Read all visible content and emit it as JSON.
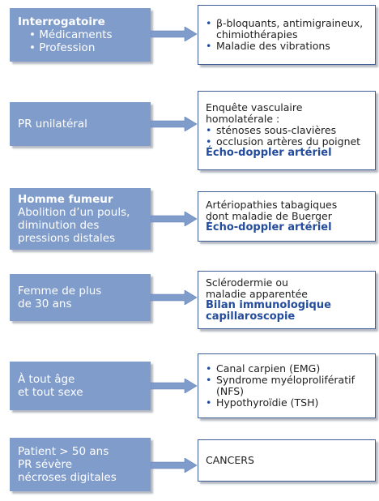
{
  "rows": [
    {
      "left": {
        "title": "Interrogatoire",
        "items": [
          "Médicaments",
          "Profession"
        ]
      },
      "right": {
        "items": [
          "β-bloquants, antimigraineux, chimiothérapies",
          "Maladie des vibrations"
        ]
      }
    },
    {
      "left": {
        "text": "PR unilatéral"
      },
      "right": {
        "intro": "Enquête vasculaire homolatérale :",
        "items": [
          "sténoses sous-clavières",
          "occlusion artères du poignet"
        ],
        "emphasis": "Écho-doppler artériel"
      }
    },
    {
      "left": {
        "title": "Homme fumeur",
        "lines": [
          "Abolition d’un pouls,",
          "diminution des",
          "pressions distales"
        ]
      },
      "right": {
        "lines": [
          "Artériopathies tabagiques",
          "dont maladie de Buerger"
        ],
        "emphasis": "Écho-doppler artériel"
      }
    },
    {
      "left": {
        "lines": [
          "Femme de plus",
          "de 30 ans"
        ]
      },
      "right": {
        "lines": [
          "Sclérodermie ou",
          "maladie apparentée"
        ],
        "emphasis_lines": [
          "Bilan immunologique",
          "capillaroscopie"
        ]
      }
    },
    {
      "left": {
        "lines": [
          "À tout âge",
          "et tout sexe"
        ]
      },
      "right": {
        "items": [
          "Canal carpien (EMG)",
          "Syndrome myéloprolifératif (NFS)",
          "Hypothyroïdie (TSH)"
        ]
      }
    },
    {
      "left": {
        "lines": [
          "Patient > 50 ans",
          "PR sévère",
          "nécroses digitales"
        ]
      },
      "right": {
        "text": "CANCERS"
      }
    }
  ],
  "colors": {
    "box_fill": "#7f9ccb",
    "border": "#3e5d97",
    "emphasis": "#244c9c",
    "arrow": "#7f9ccb"
  },
  "icons": {
    "bullet": "•",
    "arrow": "right-arrow-icon"
  }
}
